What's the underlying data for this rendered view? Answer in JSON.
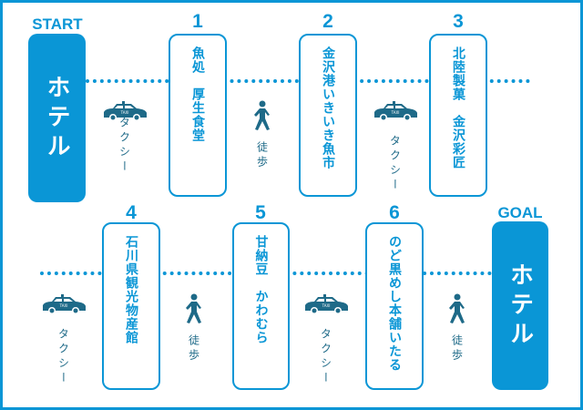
{
  "start": {
    "label": "START",
    "place": "ホテル"
  },
  "goal": {
    "label": "GOAL",
    "place": "ホテル"
  },
  "stops": [
    {
      "number": "1",
      "name": "魚処　厚生食堂"
    },
    {
      "number": "2",
      "name": "金沢港いきいき魚市"
    },
    {
      "number": "3",
      "name": "北陸製菓　金沢彩匠"
    },
    {
      "number": "4",
      "name": "石川県観光物産館"
    },
    {
      "number": "5",
      "name": "甘納豆　かわむら"
    },
    {
      "number": "6",
      "name": "のど黒めし本舗いたる"
    }
  ],
  "modes": {
    "taxi": "タクシー",
    "walk": "徒歩",
    "taxi_sign": "TAXI"
  },
  "colors": {
    "accent": "#0a96d6",
    "icon": "#1e6a88"
  }
}
